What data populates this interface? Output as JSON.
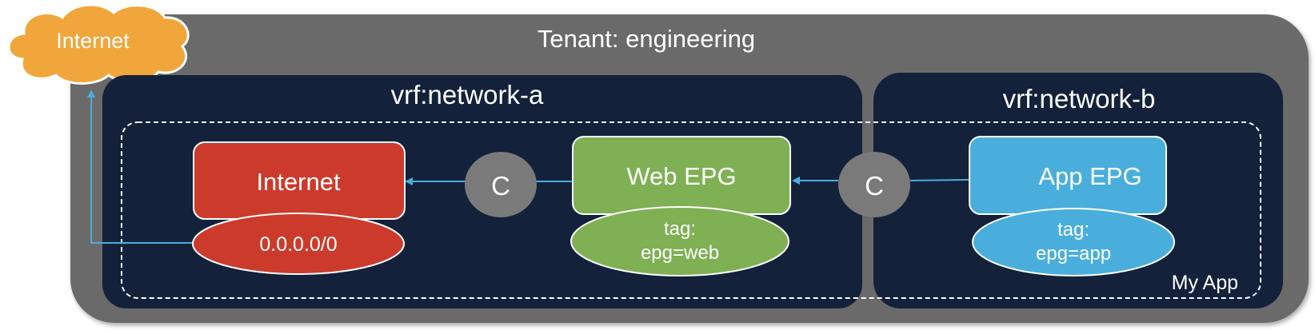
{
  "tenant": {
    "title": "Tenant: engineering"
  },
  "cloud": {
    "label": "Internet"
  },
  "vrf_a": {
    "title": "vrf:network-a"
  },
  "vrf_b": {
    "title": "vrf:network-b"
  },
  "app_group": {
    "label": "My App"
  },
  "epgs": {
    "internet": {
      "label": "Internet",
      "selector": "0.0.0.0/0"
    },
    "web": {
      "label": "Web EPG",
      "selector_line1": "tag:",
      "selector_line2": "epg=web"
    },
    "app": {
      "label": "App EPG",
      "selector_line1": "tag:",
      "selector_line2": "epg=app"
    }
  },
  "contracts": [
    {
      "label": "C"
    },
    {
      "label": "C"
    }
  ],
  "colors": {
    "tenant_bg": "#6b6b6b",
    "vrf_bg": "#13213a",
    "cloud": "#f0a63a",
    "internet_epg": "#cc3a2c",
    "web_epg": "#7fb054",
    "app_epg": "#4aaedc",
    "contract": "#7a7a7a",
    "arrow": "#4aaedc"
  }
}
